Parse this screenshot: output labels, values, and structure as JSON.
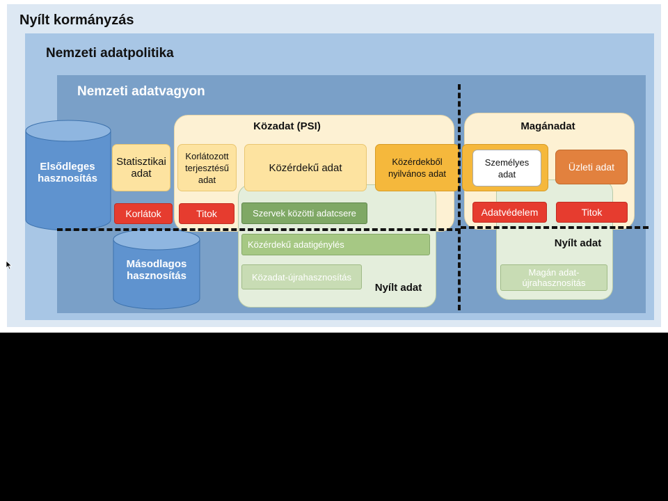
{
  "titles": {
    "open_government": "Nyílt kormányzás",
    "data_policy": "Nemzeti adatpolitika",
    "data_assets": "Nemzeti adatvagyon"
  },
  "cylinders": {
    "primary": "Elsődleges hasznosítás",
    "secondary": "Másodlagos hasznosítás"
  },
  "public_data": {
    "title": "Közadat (PSI)",
    "statistical": "Statisztikai adat",
    "restricted": "Korlátozott terjesztésű adat",
    "public_interest": "Közérdekű adat",
    "public_from_interest": "Közérdekből nyilvános adat",
    "limits": "Korlátok",
    "secret": "Titok",
    "inter_agency": "Szervek közötti adatcsere",
    "requests": "Közérdekű adatigénylés",
    "reuse": "Közadat-újrahasznosítás",
    "open_data": "Nyílt adat"
  },
  "private_data": {
    "title": "Magánadat",
    "personal": "Személyes adat",
    "business": "Üzleti adat",
    "protection": "Adatvédelem",
    "secret": "Titok",
    "open_data": "Nyílt adat",
    "reuse": "Magán adat-újrahasznosítás"
  },
  "colors": {
    "outer": "#dde8f3",
    "middle": "#a8c6e5",
    "inner": "#7aa0c8",
    "panel": "#fdf1d3",
    "open_panel": "#e4eedc",
    "red": "#e63c2f",
    "gold": "#f5b83c",
    "orange": "#e2813e",
    "cylinder": "#5f93cf"
  }
}
